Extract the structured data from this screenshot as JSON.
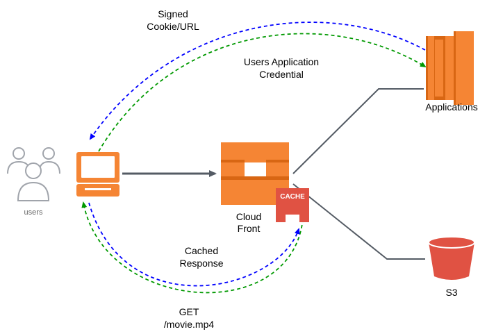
{
  "nodes": {
    "users": {
      "label": "users"
    },
    "applications": {
      "label": "Applications"
    },
    "cloudfront": {
      "label_line1": "Cloud",
      "label_line2": "Front"
    },
    "cache": {
      "label": "CACHE"
    },
    "s3": {
      "label": "S3"
    }
  },
  "edges": {
    "signed_cookie": {
      "line1": "Signed",
      "line2": "Cookie/URL",
      "color": "#0000ff"
    },
    "users_app_credential": {
      "line1": "Users Application",
      "line2": "Credential",
      "color": "#009900"
    },
    "cached_response": {
      "line1": "Cached",
      "line2": "Response",
      "color": "#0000ff"
    },
    "get_movie": {
      "line1": "GET",
      "line2": "/movie.mp4",
      "color": "#009900"
    }
  },
  "colors": {
    "aws_orange": "#f58534",
    "aws_orange_dark": "#d86613",
    "cache_red": "#e05243",
    "s3_red": "#e05243",
    "users_gray": "#a0a4ab"
  }
}
